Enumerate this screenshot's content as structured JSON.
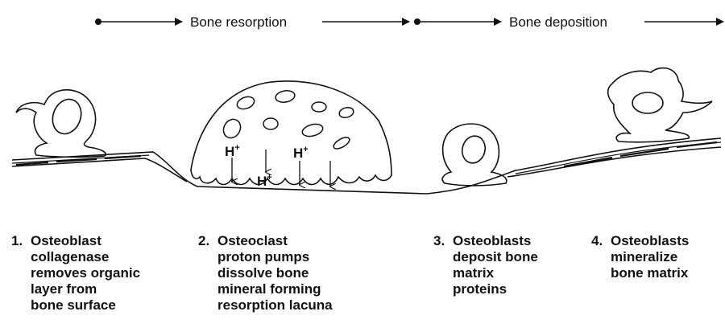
{
  "phases": {
    "resorption": "Bone resorption",
    "deposition": "Bone deposition"
  },
  "ions": {
    "proton": "H",
    "charge": "+"
  },
  "steps": [
    {
      "num": "1.",
      "lines": [
        "Osteoblast",
        "collagenase",
        "removes organic",
        "layer from",
        "bone surface"
      ]
    },
    {
      "num": "2.",
      "lines": [
        "Osteoclast",
        "proton pumps",
        "dissolve bone",
        "mineral forming",
        "resorption lacuna"
      ]
    },
    {
      "num": "3.",
      "lines": [
        "Osteoblasts",
        "deposit bone",
        "matrix",
        "proteins"
      ]
    },
    {
      "num": "4.",
      "lines": [
        "Osteoblasts",
        "mineralize",
        "bone matrix"
      ]
    }
  ]
}
